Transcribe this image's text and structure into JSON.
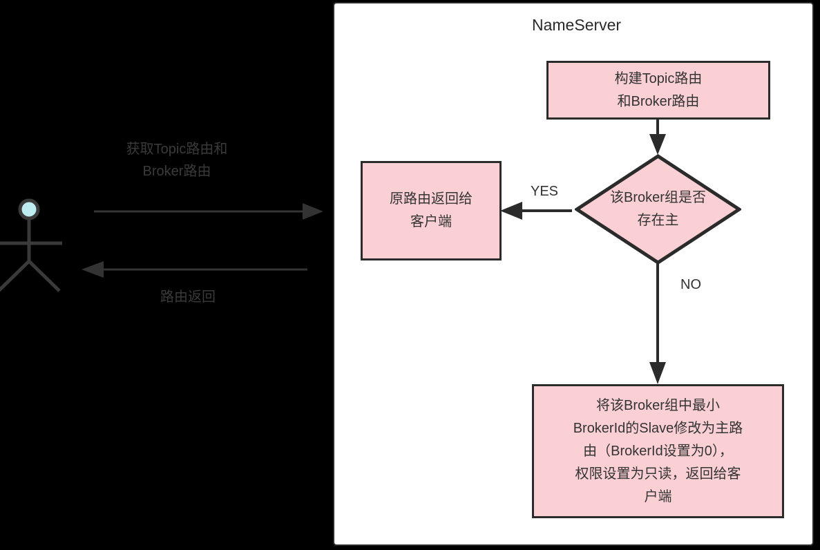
{
  "left_region": {
    "actor": {
      "name": "client-actor",
      "head_color": "#BEEBEF",
      "stroke_color": "#3a3a3a"
    },
    "request_label": "获取Topic路由和\nBroker路由",
    "response_label": "路由返回",
    "request_arrow_name": "request-arrow",
    "response_arrow_name": "response-arrow"
  },
  "panel": {
    "title": "NameServer",
    "background": "#ffffff",
    "border_color": "#2b2b2b"
  },
  "flow": {
    "node_fill": "#FBD0D5",
    "node_stroke": "#2b2b2b",
    "nodes": [
      {
        "id": "build-route",
        "shape": "rect",
        "text": "构建Topic路由\n和Broker路由"
      },
      {
        "id": "decision-master-exists",
        "shape": "diamond",
        "text": "该Broker组是否\n存在主"
      },
      {
        "id": "return-origin-route",
        "shape": "rect",
        "text": "原路由返回给\n客户端"
      },
      {
        "id": "promote-slave",
        "shape": "rect",
        "text": "将该Broker组中最小\nBrokerId的Slave修改为主路\n由（BrokerId设置为0），\n权限设置为只读，返回给客\n户端"
      }
    ],
    "edges": [
      {
        "id": "build-to-decision",
        "label": ""
      },
      {
        "id": "decision-to-origin",
        "label": "YES"
      },
      {
        "id": "decision-to-promote",
        "label": "NO"
      }
    ]
  }
}
